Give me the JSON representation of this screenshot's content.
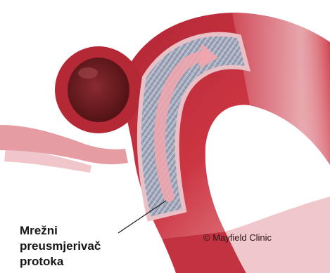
{
  "label": {
    "lines": [
      "Mrežni",
      "preusmjerivač",
      "protoka"
    ]
  },
  "credit": "© Mayfield Clinic",
  "colors": {
    "vessel": "#c8303c",
    "vessel_dark": "#8a1c26",
    "vessel_light": "#f08a94",
    "aneurysm_sac": "#6e1c20",
    "stent_mesh": "#9aa2b6",
    "flow_arrow": "#f2a6ae",
    "background": "#ffffff"
  },
  "icons": {
    "flow_arrow": "curved-flow-arrow-icon"
  }
}
